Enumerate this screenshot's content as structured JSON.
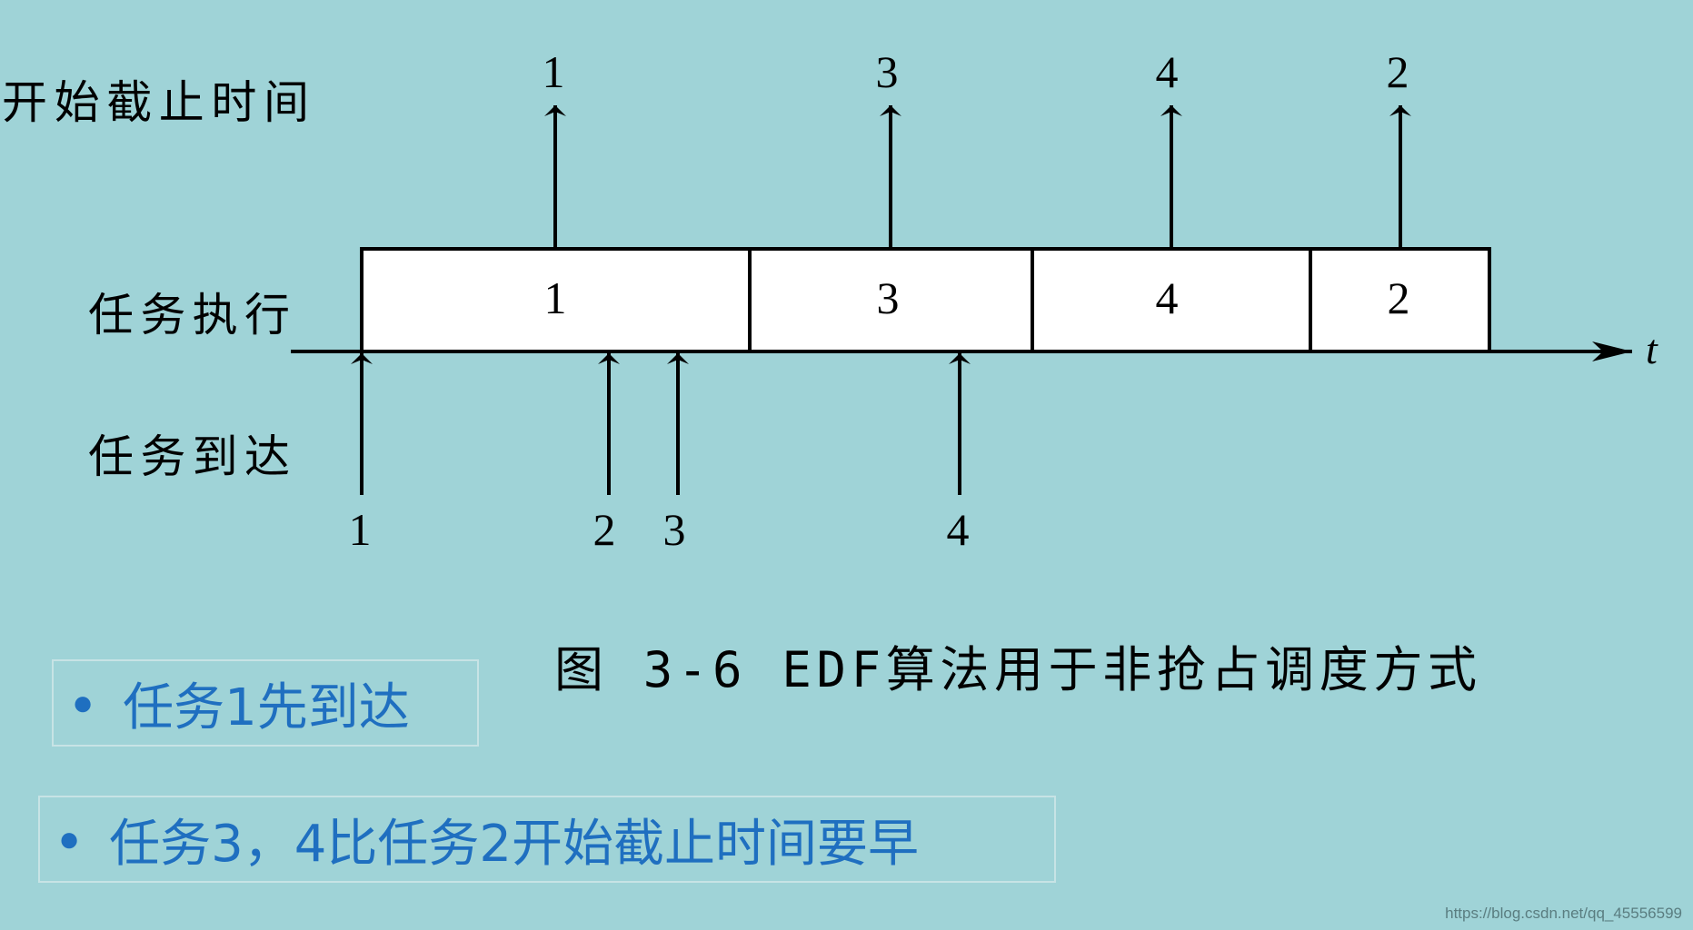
{
  "colors": {
    "background": "#9fd3d7",
    "ink": "#000000",
    "box_fill": "#ffffff",
    "note_text": "#1f6fc0",
    "note_border": "#c7e3e5",
    "watermark": "#5a7d80"
  },
  "diagram": {
    "row_labels": {
      "deadline": "开始截止时间",
      "execution": "任务执行",
      "arrival": "任务到达"
    },
    "time_axis_label": "t",
    "execution_blocks": [
      {
        "task": "1"
      },
      {
        "task": "3"
      },
      {
        "task": "4"
      },
      {
        "task": "2"
      }
    ],
    "deadline_arrows": [
      "1",
      "3",
      "4",
      "2"
    ],
    "arrival_arrows": [
      "1",
      "2",
      "3",
      "4"
    ],
    "caption": "图 3-6 EDF算法用于非抢占调度方式"
  },
  "notes": [
    {
      "text": "任务1先到达"
    },
    {
      "text": "任务3，4比任务2开始截止时间要早"
    }
  ],
  "watermark": "https://blog.csdn.net/qq_45556599"
}
